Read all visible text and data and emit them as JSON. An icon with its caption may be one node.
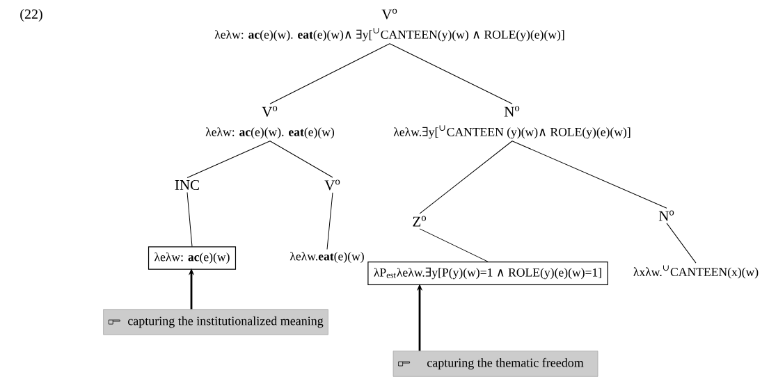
{
  "diagram": {
    "nodes": [
      {
        "text": [
          "V$^{o}$",
          "λeλw: **ac**(e)(w). **eat**(e)(w)∧ ∃y[$^{∪}$CANTEEN(y)(w) ∧ ROLE(y)(e)(w)]"
        ]
      },
      {
        "text": [
          "V$^{o}$",
          "λeλw: **ac**(e)(w). **eat**(e)(w)"
        ]
      },
      {
        "text": [
          "N$^{o}$",
          "λeλw.∃y[$^{∪}$CANTEEN (y)(w)∧ ROLE(y)(e)(w)]"
        ]
      },
      {
        "text": [
          "INC"
        ]
      },
      {
        "text": [
          "V$^{o}$"
        ]
      },
      {
        "text": [
          "λeλw: **ac**(e)(w)"
        ]
      },
      {
        "text": [
          "λeλw.**eat**(e)(w)"
        ]
      },
      {
        "text": [
          "Z$^{o}$"
        ]
      },
      {
        "text": [
          "N$^{o}$"
        ]
      },
      {
        "text": [
          "λP$_{est}$λeλw.∃y[P(y)(w)=1 ∧ ROLE(y)(e)(w)=1]"
        ]
      },
      {
        "text": [
          "λxλw.$^{∪}$CANTEEN(x)(w)"
        ]
      },
      {
        "text": [
          "capturing the institutionalized meaning"
        ]
      },
      {
        "text": [
          "capturing the thematic freedom"
        ]
      }
    ],
    "edges": [
      {
        "from": 0,
        "to": 1,
        "arrow": "none"
      },
      {
        "from": 0,
        "to": 2,
        "arrow": "none"
      },
      {
        "from": 1,
        "to": 3,
        "arrow": "none"
      },
      {
        "from": 1,
        "to": 4,
        "arrow": "none"
      },
      {
        "from": 3,
        "to": 5,
        "arrow": "none"
      },
      {
        "from": 4,
        "to": 6,
        "arrow": "none"
      },
      {
        "from": 2,
        "to": 7,
        "arrow": "none"
      },
      {
        "from": 2,
        "to": 8,
        "arrow": "none"
      },
      {
        "from": 7,
        "to": 9,
        "arrow": "none"
      },
      {
        "from": 8,
        "to": 10,
        "arrow": "none"
      },
      {
        "from": 11,
        "to": 5,
        "arrow": "to",
        "style": "thick"
      },
      {
        "from": 12,
        "to": 9,
        "arrow": "to",
        "style": "thick"
      }
    ],
    "labels": [
      "(22)"
    ]
  }
}
